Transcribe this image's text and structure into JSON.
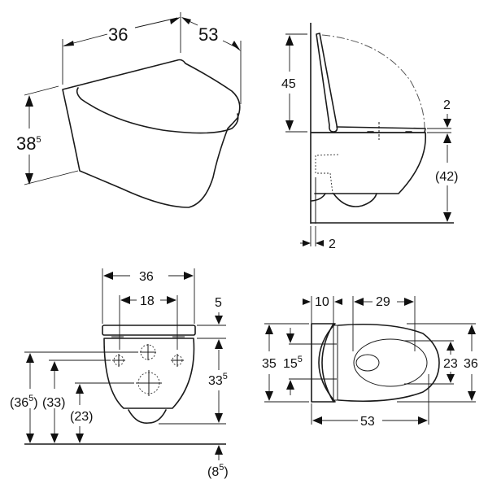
{
  "title": "Wall-hung WC dimensional drawing",
  "units": "cm",
  "views": {
    "perspective": {
      "width": "36",
      "depth": "53",
      "height_main": "38",
      "height_sup": "5"
    },
    "side": {
      "lid_height": "45",
      "seat_thickness": "2",
      "seat_height": "(42)",
      "wall_gap": "2"
    },
    "front": {
      "width": "36",
      "fixing_spacing": "18",
      "seat_gap": "5",
      "bowl_height_main": "33",
      "bowl_height_sup": "5",
      "h1_main": "(36",
      "h1_sup": "5",
      "h1_close": ")",
      "h2": "(33)",
      "h3": "(23)",
      "floor_main": "(8",
      "floor_sup": "5",
      "floor_close": ")"
    },
    "top": {
      "hinge_depth": "10",
      "opening_length": "29",
      "total_length": "53",
      "seat_width": "35",
      "hinge_spacing_main": "15",
      "hinge_spacing_sup": "5",
      "opening_width": "23",
      "bowl_width": "36"
    }
  }
}
